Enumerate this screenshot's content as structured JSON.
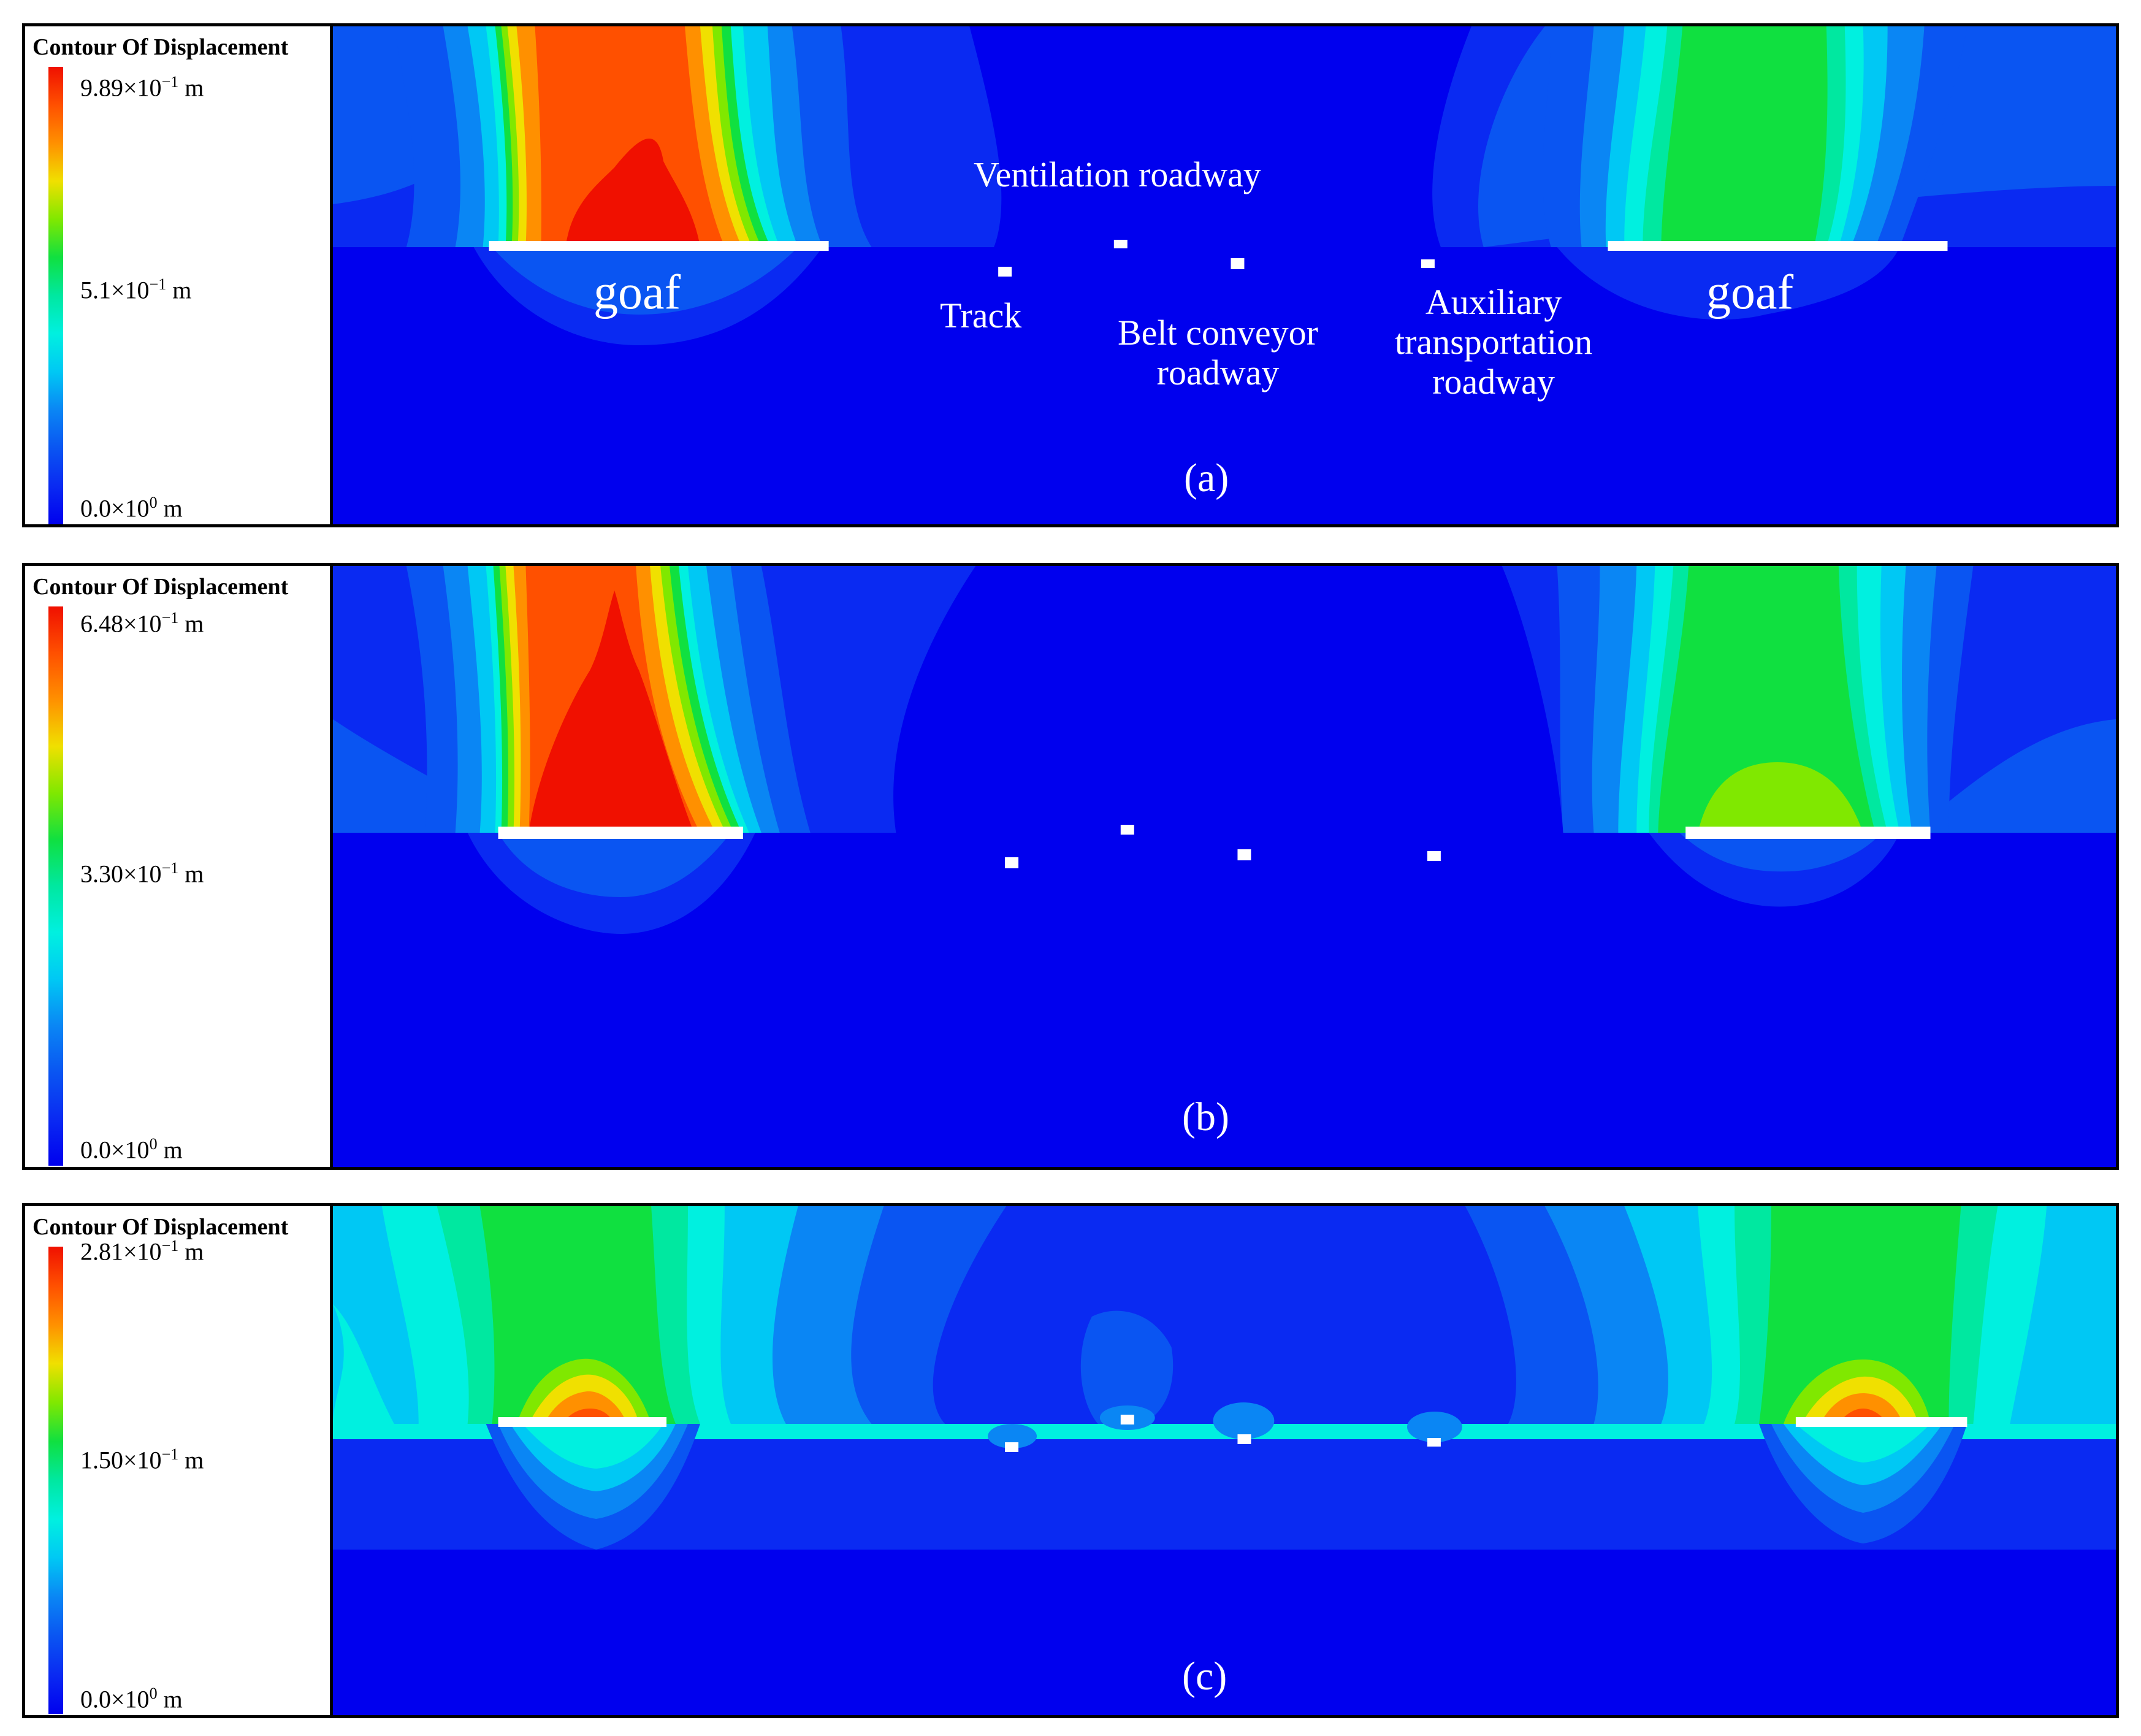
{
  "panels": [
    {
      "legend": {
        "title": "Contour Of Displacement",
        "max": {
          "mant": "9.89×10",
          "exp": "−1",
          "unit": " m"
        },
        "mid": {
          "mant": "5.1×10",
          "exp": "−1",
          "unit": " m"
        },
        "min": {
          "mant": "0.0×10",
          "exp": "0",
          "unit": " m"
        }
      },
      "caption": "(a)",
      "labels": {
        "goaf_left": "goaf",
        "goaf_right": "goaf",
        "ventilation": "Ventilation roadway",
        "track": "Track",
        "belt_1": "Belt conveyor",
        "belt_2": "roadway",
        "aux_1": "Auxiliary",
        "aux_2": "transportation",
        "aux_3": "roadway"
      }
    },
    {
      "legend": {
        "title": "Contour Of Displacement",
        "max": {
          "mant": "6.48×10",
          "exp": "−1",
          "unit": " m"
        },
        "mid": {
          "mant": "3.30×10",
          "exp": "−1",
          "unit": " m"
        },
        "min": {
          "mant": "0.0×10",
          "exp": "0",
          "unit": " m"
        }
      },
      "caption": "(b)"
    },
    {
      "legend": {
        "title": "Contour Of Displacement",
        "max": {
          "mant": "2.81×10",
          "exp": "−1",
          "unit": " m"
        },
        "mid": {
          "mant": "1.50×10",
          "exp": "−1",
          "unit": " m"
        },
        "min": {
          "mant": "0.0×10",
          "exp": "0",
          "unit": " m"
        }
      },
      "caption": "(c)"
    }
  ],
  "colors": {
    "base": "#0000ee",
    "l1": "#0a2af2",
    "l2": "#0a55f2",
    "l3": "#0a86f4",
    "l4": "#00c8f4",
    "l5": "#00f0e0",
    "l6": "#00e8a0",
    "l7": "#10e040",
    "l8": "#80e800",
    "l9": "#f0e000",
    "l10": "#ff9000",
    "l11": "#ff5000",
    "l12": "#f01000",
    "opening": "#ffffff"
  }
}
